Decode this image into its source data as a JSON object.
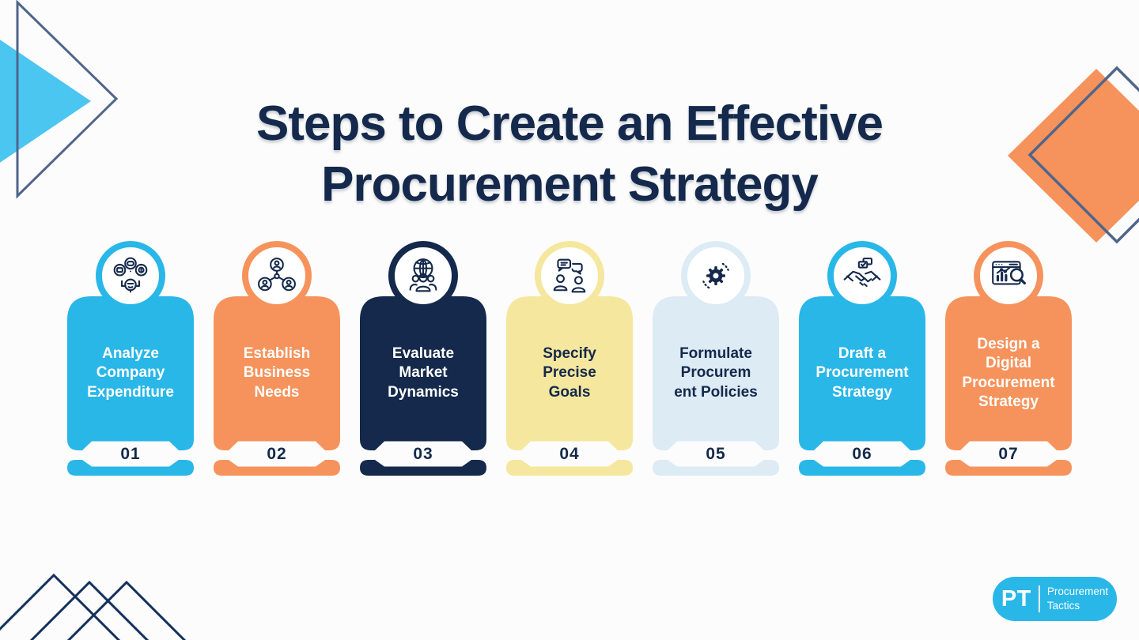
{
  "title": "Steps to Create an Effective\nProcurement Strategy",
  "steps": [
    {
      "number": "01",
      "label": "Analyze\nCompany\nExpenditure",
      "color": "#29b7e8",
      "text_color": "#ffffff",
      "icon": "spend-analysis-icon"
    },
    {
      "number": "02",
      "label": "Establish\nBusiness\nNeeds",
      "color": "#f6935c",
      "text_color": "#ffffff",
      "icon": "team-network-icon"
    },
    {
      "number": "03",
      "label": "Evaluate\nMarket\nDynamics",
      "color": "#14294b",
      "text_color": "#ffffff",
      "icon": "global-market-icon"
    },
    {
      "number": "04",
      "label": "Specify\nPrecise\nGoals",
      "color": "#f5e79e",
      "text_color": "#14294b",
      "icon": "discussion-goals-icon"
    },
    {
      "number": "05",
      "label": "Formulate\nProcurem\nent Policies",
      "color": "#ddebf5",
      "text_color": "#14294b",
      "icon": "gear-icon"
    },
    {
      "number": "06",
      "label": "Draft a\nProcurement\nStrategy",
      "color": "#29b7e8",
      "text_color": "#ffffff",
      "icon": "handshake-icon"
    },
    {
      "number": "07",
      "label": "Design a\nDigital\nProcurement\nStrategy",
      "color": "#f6935c",
      "text_color": "#ffffff",
      "icon": "analytics-search-icon"
    }
  ],
  "logo": {
    "abbr": "PT",
    "name": "Procurement\nTactics",
    "background": "#29b7e8"
  },
  "colors": {
    "title_navy": "#14294b",
    "cyan": "#29b7e8",
    "orange": "#f6935c",
    "pale_yellow": "#f5e79e",
    "pale_blue": "#ddebf5",
    "deco_triangle_fill": "#4ac6f0",
    "deco_outline": "#50658b",
    "deco_bottom_lines": "#15305c",
    "page_background": "#fcfcfc"
  }
}
